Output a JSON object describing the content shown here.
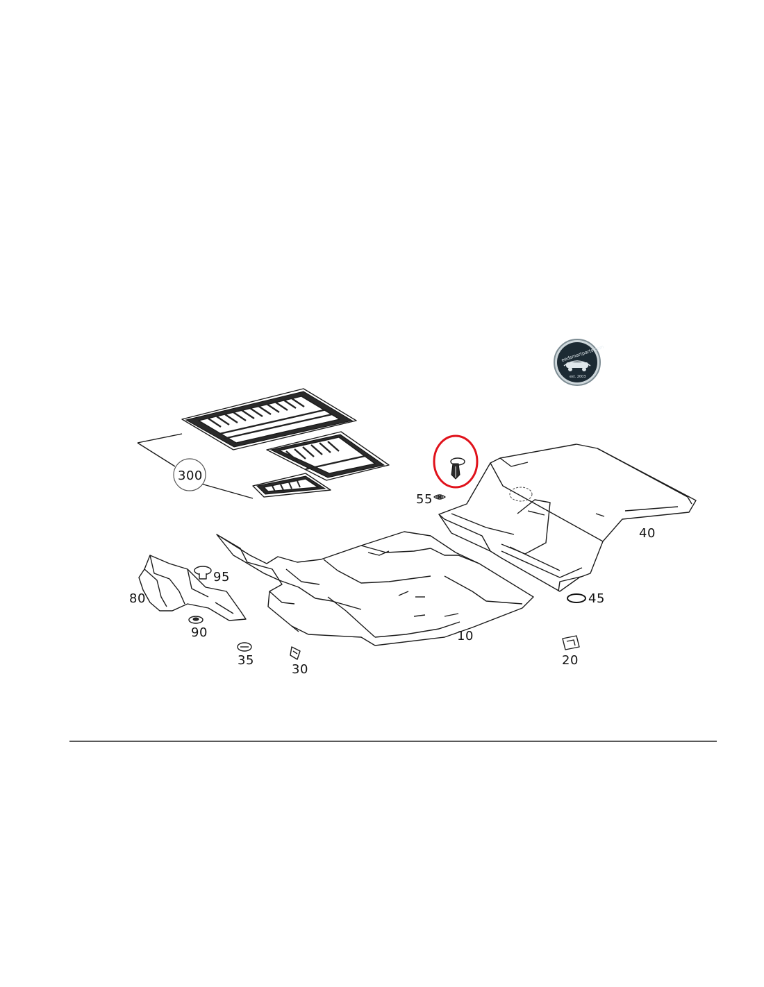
{
  "logo": {
    "text": "eedsmartparts.com",
    "subtext": "est. 2003"
  },
  "parts": [
    {
      "number": "300"
    },
    {
      "number": "55"
    },
    {
      "number": "40"
    },
    {
      "number": "95"
    },
    {
      "number": "80"
    },
    {
      "number": "45"
    },
    {
      "number": "90"
    },
    {
      "number": "10"
    },
    {
      "number": "35"
    },
    {
      "number": "30"
    },
    {
      "number": "20"
    }
  ],
  "highlight": {
    "color": "#e0121b",
    "target_part": "clip"
  },
  "colors": {
    "line": "#1a1a1a",
    "background": "#ffffff",
    "logo_bg": "#1c2a33"
  }
}
